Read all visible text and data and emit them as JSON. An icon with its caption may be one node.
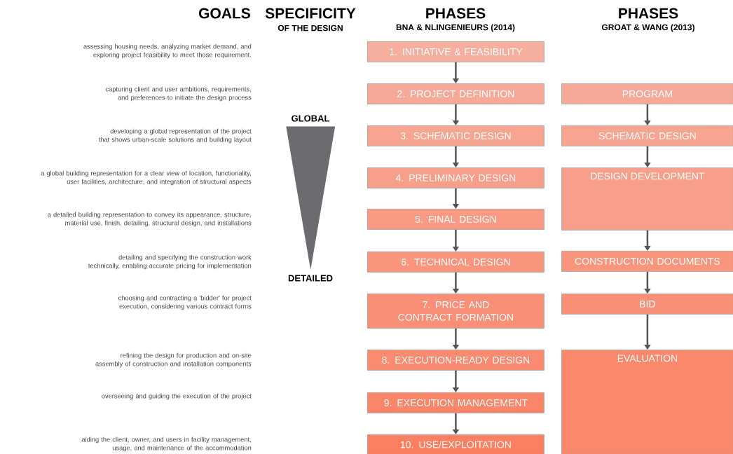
{
  "diagram": {
    "nodes": [
      {
        "text": [
          "1. INITIATIVE & FEASIBILITY"
        ]
      },
      {
        "text": [
          "2. PROJECT DEFINITION"
        ]
      },
      {
        "text": [
          "3. SCHEMATIC DESIGN"
        ]
      },
      {
        "text": [
          "4. PRELIMINARY DESIGN"
        ]
      },
      {
        "text": [
          "5. FINAL DESIGN"
        ]
      },
      {
        "text": [
          "6. TECHNICAL DESIGN"
        ]
      },
      {
        "text": [
          "7. PRICE AND CONTRACT FORMATION"
        ]
      },
      {
        "text": [
          "8. EXECUTION-READY DESIGN"
        ]
      },
      {
        "text": [
          "9. EXECUTION MANAGEMENT"
        ]
      },
      {
        "text": [
          "10. USE/EXPLOITATION"
        ]
      },
      {
        "text": [
          "PROGRAM"
        ]
      },
      {
        "text": [
          "SCHEMATIC DESIGN"
        ]
      },
      {
        "text": [
          "DESIGN DEVELOPMENT"
        ]
      },
      {
        "text": [
          "CONSTRUCTION DOCUMENTS"
        ]
      },
      {
        "text": [
          "BID"
        ]
      },
      {
        "text": [
          "EVALUATION"
        ]
      },
      {
        "text": [],
        "shape": "triangle"
      }
    ],
    "edges": [
      {
        "from": 0,
        "to": 1,
        "arrow": "to"
      },
      {
        "from": 1,
        "to": 2,
        "arrow": "to"
      },
      {
        "from": 2,
        "to": 3,
        "arrow": "to"
      },
      {
        "from": 3,
        "to": 4,
        "arrow": "to"
      },
      {
        "from": 4,
        "to": 5,
        "arrow": "to"
      },
      {
        "from": 5,
        "to": 6,
        "arrow": "to"
      },
      {
        "from": 6,
        "to": 7,
        "arrow": "to"
      },
      {
        "from": 7,
        "to": 8,
        "arrow": "to"
      },
      {
        "from": 8,
        "to": 9,
        "arrow": "to"
      },
      {
        "from": 10,
        "to": 11,
        "arrow": "to"
      },
      {
        "from": 11,
        "to": 12,
        "arrow": "to"
      },
      {
        "from": 12,
        "to": 13,
        "arrow": "to"
      },
      {
        "from": 13,
        "to": 14,
        "arrow": "to"
      },
      {
        "from": 14,
        "to": 15,
        "arrow": "to"
      }
    ],
    "labels": [
      "GOALS",
      "SPECIFICITY",
      "OF THE DESIGN",
      "PHASES",
      "BNA & NLINGENIEURS (2014)",
      "PHASES",
      "GROAT & WANG (2013)",
      "assessing housing needs, analyzing market demand, and exploring project feasibility to meet those requirement.",
      "capturing client and user ambitions, requirements, and preferences to initiate the design process",
      "GLOBAL",
      "developing a global representation of the project that shows urban-scale solutions and building layout",
      "a global building representation for a clear view of location, functionality, user facilities, architecture, and integration of structural aspects",
      "a detailed building representation to convey its appearance, structure, material use, finish, detailing, structural design, and installations",
      "detailing and specifying the construction work technically, enabling accurate pricing for implementation",
      "DETAILED",
      "choosing and contracting a 'bidder' for project execution, considering various contract forms",
      "refining the design for production and on-site assembly of construction and installation components",
      "overseeing and guiding the execution of the project",
      "aiding the client, owner, and users in facility management, usage, and maintenance of the accommodation"
    ]
  }
}
